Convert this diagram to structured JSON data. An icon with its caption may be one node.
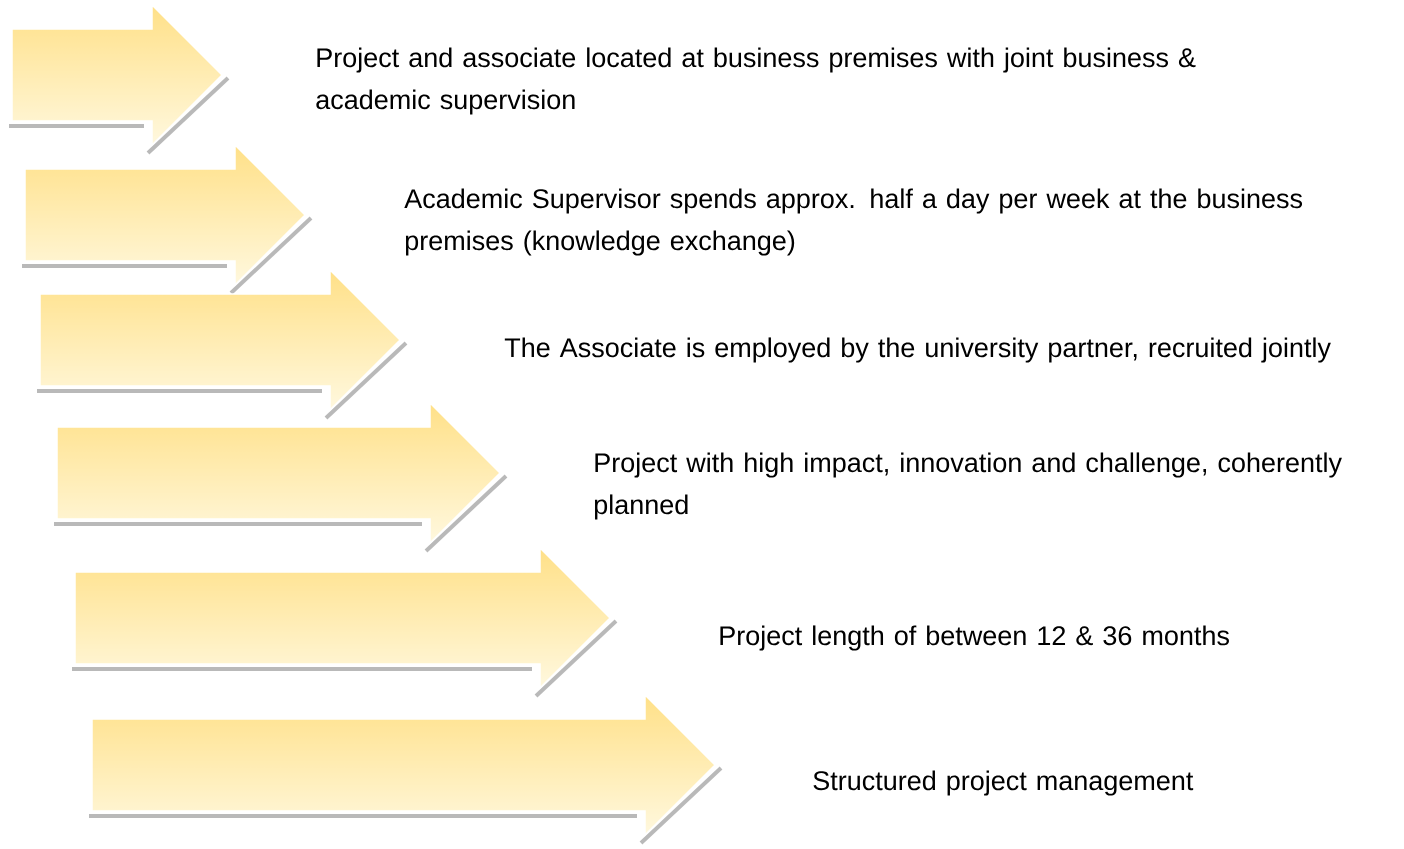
{
  "diagram": {
    "nodes": [
      {
        "text": [],
        "shape": "arrow"
      },
      {
        "text": [],
        "shape": "arrow"
      },
      {
        "text": [],
        "shape": "arrow"
      },
      {
        "text": [],
        "shape": "arrow"
      },
      {
        "text": [],
        "shape": "arrow"
      },
      {
        "text": [],
        "shape": "arrow"
      }
    ],
    "labels": [
      "Project and associate located at business premises with joint business & academic supervision",
      "Academic Supervisor spends approx. half a day per week at the business premises (knowledge exchange)",
      "The Associate is employed by the university partner, recruited jointly",
      "Project with high impact, innovation and challenge, coherently planned",
      "Project length of between 12 & 36 months",
      "Structured project management"
    ]
  }
}
